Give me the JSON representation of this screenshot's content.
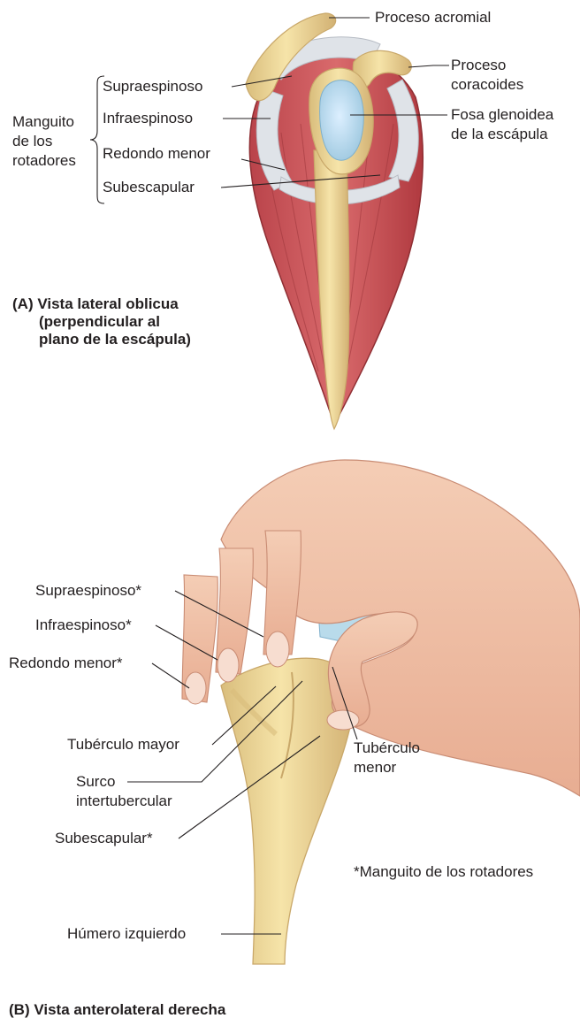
{
  "panel_a": {
    "caption_letter": "(A)",
    "caption_lines": [
      "Vista lateral oblicua",
      "(perpendicular al",
      "plano de la escápula)"
    ],
    "group_label_lines": [
      "Manguito",
      "de los",
      "rotadores"
    ],
    "labels": {
      "acromion": "Proceso acromial",
      "coracoid_1": "Proceso",
      "coracoid_2": "coracoides",
      "glenoid_1": "Fosa glenoidea",
      "glenoid_2": "de la escápula",
      "supraspinatus": "Supraespinoso",
      "infraspinatus": "Infraespinoso",
      "teres_minor": "Redondo menor",
      "subscapularis": "Subescapular"
    }
  },
  "panel_b": {
    "caption": "(B) Vista anterolateral derecha",
    "footnote": "*Manguito de los rotadores",
    "labels": {
      "supraspinatus": "Supraespinoso*",
      "infraspinatus": "Infraespinoso*",
      "teres_minor": "Redondo menor*",
      "greater_tubercle": "Tubérculo mayor",
      "groove_1": "Surco",
      "groove_2": "intertubercular",
      "subscapularis": "Subescapular*",
      "lesser_tubercle_1": "Tubérculo",
      "lesser_tubercle_2": "menor",
      "humerus": "Húmero izquierdo"
    }
  },
  "colors": {
    "muscle": "#c8545a",
    "muscle_dark": "#a8393f",
    "bone": "#f0d898",
    "bone_edge": "#c9a86a",
    "cartilage": "#b9dbeb",
    "tendon": "#dfe3e8",
    "skin": "#efc1a6",
    "skin_shadow": "#d99a82"
  }
}
